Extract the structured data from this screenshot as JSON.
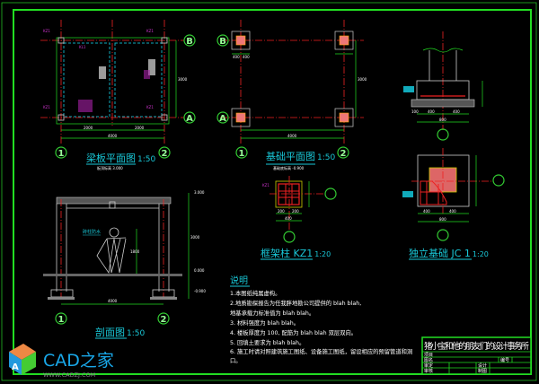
{
  "colors": {
    "background": "#000000",
    "frame": "#22dd22",
    "title": "#19c8d8",
    "axis": "#ee2222"
  },
  "axes": {
    "one": "1",
    "two": "2",
    "a": "A",
    "b": "B"
  },
  "beam_plan": {
    "title": "梁板平面图",
    "scale": "1:50",
    "subtitle": "板顶标高 3.000",
    "dim_left": "2000",
    "dim_right": "2000",
    "dim_total": "4000",
    "dim_height": "3000",
    "column_tag": "KZ1",
    "beam_tag": "KL1"
  },
  "foundation_plan": {
    "title": "基础平面图",
    "scale": "1:50",
    "subtitle": "基础底标高 -0.900",
    "dim_a": "400",
    "dim_b": "400",
    "dim_total": "4000",
    "dim_height": "3000"
  },
  "section": {
    "title": "剖面图",
    "scale": "1:50",
    "label": "砖柱防水",
    "dim_span": "4000",
    "elev_top": "3.000",
    "elev_ground": "0.000",
    "elev_base": "-0.900",
    "dim_h": "3000",
    "dim_person": "1800"
  },
  "kz1": {
    "title": "框架柱 KZ1",
    "scale": "1:20",
    "dim_a": "200",
    "dim_b": "200",
    "dim_total": "400",
    "tag": "KZ1"
  },
  "jc1": {
    "title": "独立基础 JC 1",
    "scale": "1:20",
    "dim_a": "400",
    "dim_b": "400",
    "dim_total": "800"
  },
  "jc1_section": {
    "dim_total": "800",
    "dim_a": "400",
    "dim_b": "400",
    "dim_edge": "100"
  },
  "notes": {
    "title": "说明",
    "lines": [
      "1.本图纸纯属虚构。",
      "2.地质勘探报告为任我胖地勘公司提供的 blah blah,",
      "地基承载力标准值为 blah blah。",
      "3. 材料强度为 blah blah。",
      "4. 楼板厚度为 100, 配筋为 blah blah 双层双向。",
      "5. 回填土要求为 blah blah。",
      "6. 施工时请对照建筑施工图纸、设备施工图纸，留设相应的预留管道和洞口。"
    ]
  },
  "title_block": {
    "firm": "猪小宝和他的朋友们的设计事务所",
    "project": "项目",
    "drawing": "图名",
    "number": "编号",
    "approve": "审定",
    "design": "设计",
    "review": "审核",
    "draft": "制图"
  },
  "watermark": {
    "brand": "CAD之家",
    "url": "WWW.CADZJ.COM"
  }
}
